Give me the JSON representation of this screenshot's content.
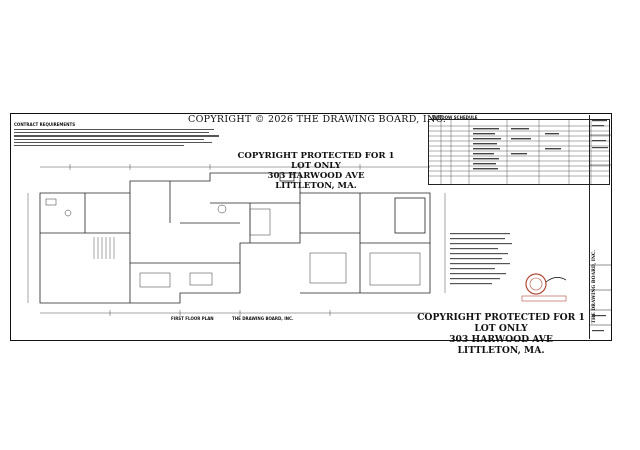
{
  "sheet": {
    "copyright_header": "COPYRIGHT © 2026 THE DRAWING BOARD, INC.",
    "stamp_upper": {
      "line1": "COPYRIGHT PROTECTED FOR 1 LOT ONLY",
      "line2": "303 HARWOOD AVE",
      "line3": "LITTLETON, MA."
    },
    "stamp_lower": {
      "line1": "COPYRIGHT PROTECTED FOR 1 LOT ONLY",
      "line2": "303 HARWOOD AVE",
      "line3": "LITTLETON, MA."
    },
    "general_notes_title": "CONTRACT REQUIREMENTS",
    "window_schedule_title": "WINDOW SCHEDULE",
    "plan_title": "FIRST FLOOR PLAN",
    "firm_name": "THE DRAWING BOARD, INC.",
    "title_block_firm": "THE DRAWING BOARD, INC."
  }
}
